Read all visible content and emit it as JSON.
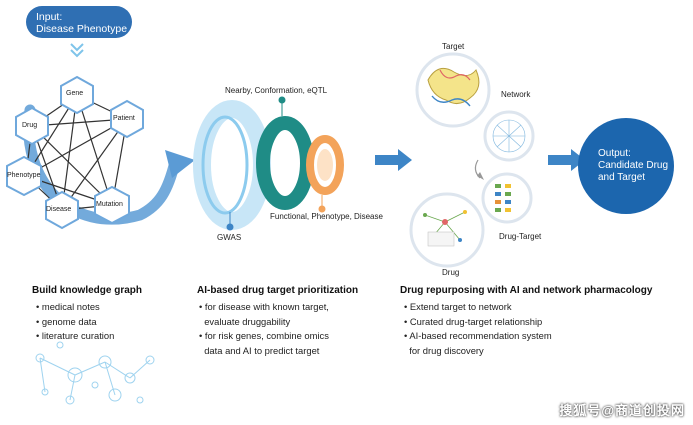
{
  "input": {
    "line1": "Input:",
    "line2": "Disease Phenotype"
  },
  "graph": {
    "nodes": {
      "gene": "Gene",
      "drug": "Drug",
      "patient": "Patient",
      "phenotype": "Phenotype",
      "mutation": "Mutation",
      "disease": "Disease"
    }
  },
  "prioritization": {
    "top_label": "Nearby, Conformation, eQTL",
    "bottom_label": "Functional, Phenotype, Disease",
    "gwas_label": "GWAS"
  },
  "repurposing": {
    "target_label": "Target",
    "network_label": "Network",
    "drug_target_label": "Drug-Target",
    "drug_label": "Drug"
  },
  "output": {
    "line1": "Output:",
    "line2": "Candidate Drug",
    "line3": "and Target"
  },
  "sections": [
    {
      "heading": "Build knowledge graph",
      "bullets": [
        "medical notes",
        "genome data",
        "literature curation"
      ]
    },
    {
      "heading": "AI-based drug target prioritization",
      "bullets": [
        "for disease with known target,",
        "evaluate druggability",
        "for risk genes, combine omics",
        "data and AI to predict target"
      ]
    },
    {
      "heading": "Drug repurposing with AI and network pharmacology",
      "bullets": [
        "Extend target to network",
        "Curated drug-target relationship",
        "AI-based recommendation system",
        "for drug discovery"
      ]
    }
  ],
  "watermark": "搜狐号@商道创投网",
  "colors": {
    "primary_blue": "#2f6fb3",
    "dark_blue": "#1c66ae",
    "teal": "#1f8c86",
    "light_blue": "#9fd3ef",
    "orange": "#f3a35a"
  }
}
